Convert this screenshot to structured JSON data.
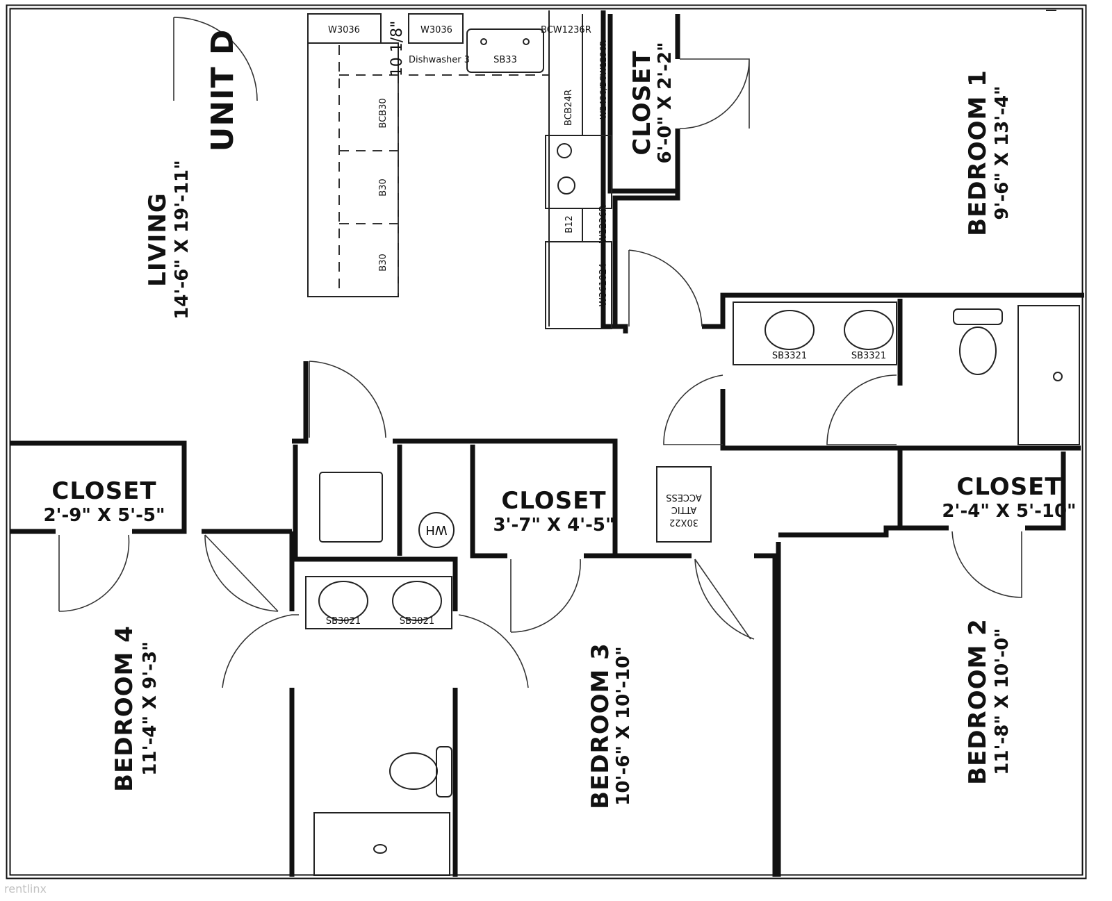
{
  "unit": "UNIT D",
  "rooms": {
    "living": {
      "name": "LIVING",
      "size": "14'-6\" X 19'-11\""
    },
    "bedroom1": {
      "name": "BEDROOM 1",
      "size": "9'-6\" X 13'-4\""
    },
    "bedroom2": {
      "name": "BEDROOM 2",
      "size": "11'-8\" X 10'-0\""
    },
    "bedroom3": {
      "name": "BEDROOM 3",
      "size": "10'-6\" X 10'-10\""
    },
    "bedroom4": {
      "name": "BEDROOM 4",
      "size": "11'-4\" X 9'-3\""
    },
    "closet_bed1": {
      "name": "CLOSET",
      "size": "6'-0\" X 2'-2\""
    },
    "closet_bed4": {
      "name": "CLOSET",
      "size": "2'-9\" X 5'-5\""
    },
    "closet_bed3": {
      "name": "CLOSET",
      "size": "3'-7\" X 4'-5\""
    },
    "closet_bed2": {
      "name": "CLOSET",
      "size": "2'-4\" X 5'-10\""
    }
  },
  "attic": {
    "line1": "30X22",
    "line2": "ATTIC",
    "line3": "ACCESS"
  },
  "water_heater": "WH",
  "fixtures": {
    "upper_sinks": [
      "SB3321",
      "SB3321"
    ],
    "lower_sinks": [
      "SB3021",
      "SB3021"
    ]
  },
  "kitchen": {
    "wall_cab_1": "W3036",
    "wall_cab_2": "W3036",
    "dimension": "10 1/8\"",
    "dishwasher": "Dishwasher 3",
    "sink": "SB33",
    "corner_top": "BCW1236R",
    "corner_side": "W2436/BCW1236R",
    "bcb24r": "BCB24R",
    "bcb30": "BCB30",
    "b30a": "B30",
    "b30b": "B30",
    "b12": "B12",
    "w1236r": "W1236R",
    "fridge_cab": "W361824"
  },
  "watermark": "rentlinx"
}
